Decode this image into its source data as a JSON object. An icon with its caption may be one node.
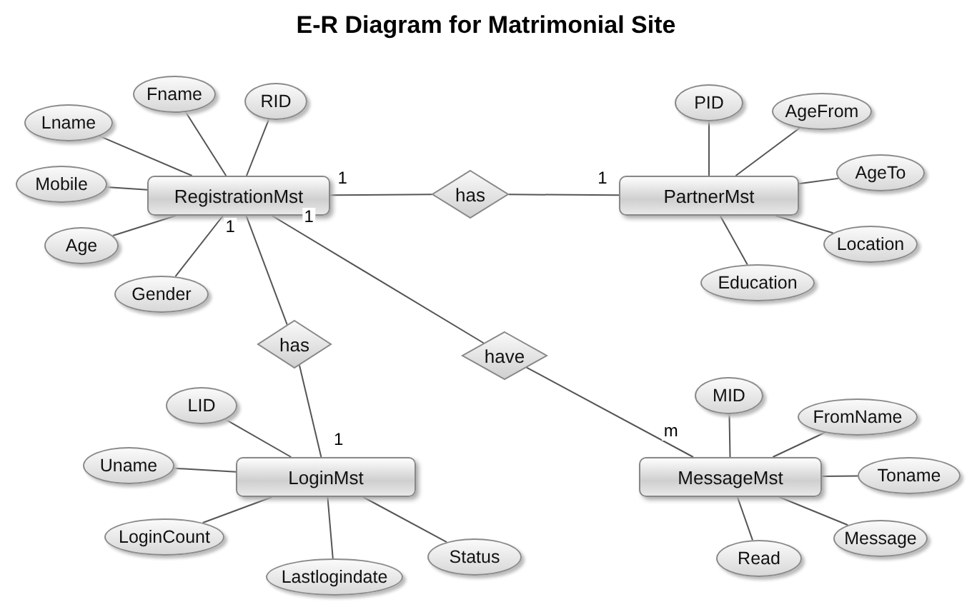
{
  "diagram": {
    "title": "E-R Diagram for Matrimonial Site",
    "nodes": [
      {
        "text": [
          "RegistrationMst"
        ]
      },
      {
        "text": [
          "Fname"
        ]
      },
      {
        "text": [
          "RID"
        ]
      },
      {
        "text": [
          "Lname"
        ]
      },
      {
        "text": [
          "Mobile"
        ]
      },
      {
        "text": [
          "Age"
        ]
      },
      {
        "text": [
          "Gender"
        ]
      },
      {
        "text": [
          "has"
        ]
      },
      {
        "text": [
          "PartnerMst"
        ]
      },
      {
        "text": [
          "PID"
        ]
      },
      {
        "text": [
          "AgeFrom"
        ]
      },
      {
        "text": [
          "AgeTo"
        ]
      },
      {
        "text": [
          "Location"
        ]
      },
      {
        "text": [
          "Education"
        ]
      },
      {
        "text": [
          "has"
        ]
      },
      {
        "text": [
          "have"
        ]
      },
      {
        "text": [
          "LoginMst"
        ]
      },
      {
        "text": [
          "LID"
        ]
      },
      {
        "text": [
          "Uname"
        ]
      },
      {
        "text": [
          "LoginCount"
        ]
      },
      {
        "text": [
          "Lastlogindate"
        ]
      },
      {
        "text": [
          "Status"
        ]
      },
      {
        "text": [
          "MessageMst"
        ]
      },
      {
        "text": [
          "MID"
        ]
      },
      {
        "text": [
          "FromName"
        ]
      },
      {
        "text": [
          "Toname"
        ]
      },
      {
        "text": [
          "Message"
        ]
      },
      {
        "text": [
          "Read"
        ]
      }
    ],
    "edges": [
      {
        "from": 0,
        "to": 1,
        "arrow": "none"
      },
      {
        "from": 0,
        "to": 2,
        "arrow": "none"
      },
      {
        "from": 0,
        "to": 3,
        "arrow": "none"
      },
      {
        "from": 0,
        "to": 4,
        "arrow": "none"
      },
      {
        "from": 0,
        "to": 5,
        "arrow": "none"
      },
      {
        "from": 0,
        "to": 6,
        "arrow": "none"
      },
      {
        "from": 0,
        "to": 7,
        "arrow": "none",
        "label": "1"
      },
      {
        "from": 7,
        "to": 8,
        "arrow": "none",
        "label": "1"
      },
      {
        "from": 8,
        "to": 9,
        "arrow": "none"
      },
      {
        "from": 8,
        "to": 10,
        "arrow": "none"
      },
      {
        "from": 8,
        "to": 11,
        "arrow": "none"
      },
      {
        "from": 8,
        "to": 12,
        "arrow": "none"
      },
      {
        "from": 8,
        "to": 13,
        "arrow": "none"
      },
      {
        "from": 0,
        "to": 14,
        "arrow": "none",
        "label": "1"
      },
      {
        "from": 14,
        "to": 16,
        "arrow": "none",
        "label": "1"
      },
      {
        "from": 0,
        "to": 15,
        "arrow": "none",
        "label": "1"
      },
      {
        "from": 15,
        "to": 22,
        "arrow": "none",
        "label": "m"
      },
      {
        "from": 16,
        "to": 17,
        "arrow": "none"
      },
      {
        "from": 16,
        "to": 18,
        "arrow": "none"
      },
      {
        "from": 16,
        "to": 19,
        "arrow": "none"
      },
      {
        "from": 16,
        "to": 20,
        "arrow": "none"
      },
      {
        "from": 16,
        "to": 21,
        "arrow": "none"
      },
      {
        "from": 22,
        "to": 23,
        "arrow": "none"
      },
      {
        "from": 22,
        "to": 24,
        "arrow": "none"
      },
      {
        "from": 22,
        "to": 25,
        "arrow": "none"
      },
      {
        "from": 22,
        "to": 26,
        "arrow": "none"
      },
      {
        "from": 22,
        "to": 27,
        "arrow": "none"
      }
    ]
  }
}
